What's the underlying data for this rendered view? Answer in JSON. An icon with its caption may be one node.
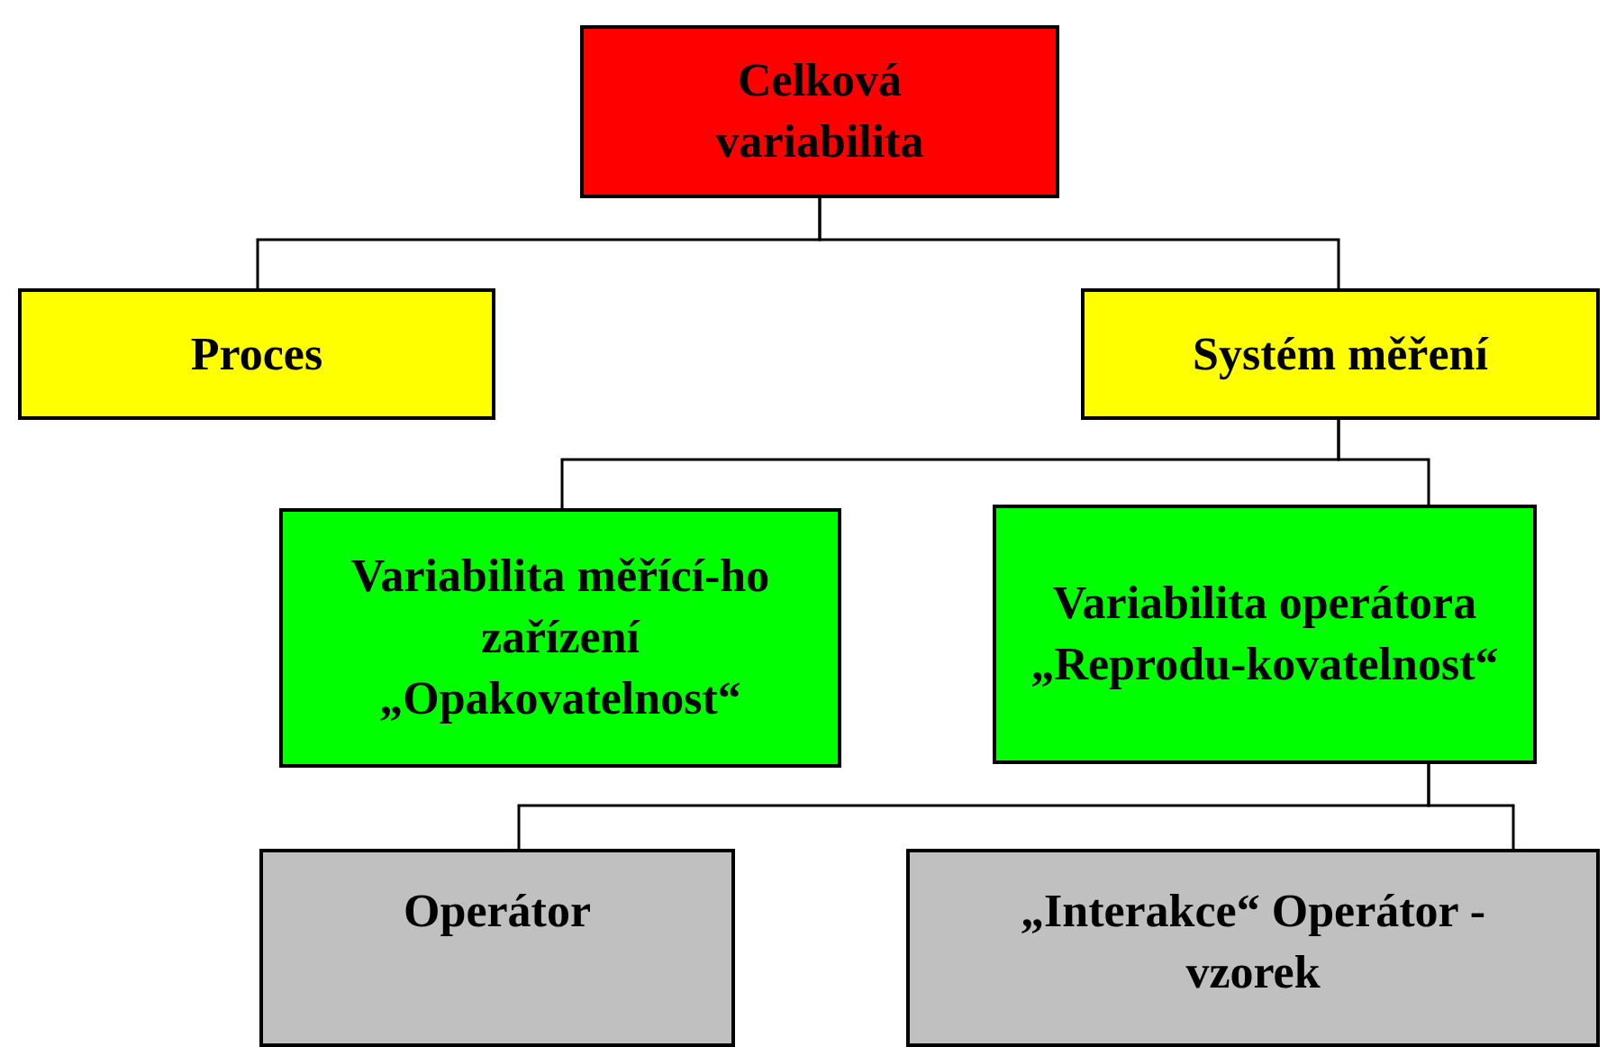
{
  "diagram": {
    "nodes": [
      {
        "text": [
          "Celková variabilita"
        ]
      },
      {
        "text": [
          "Proces"
        ]
      },
      {
        "text": [
          "Systém měření"
        ]
      },
      {
        "text": [
          "Variabilita měřící-ho zařízení „Opakovatelnost“"
        ]
      },
      {
        "text": [
          "Variabilita operátora „Reprodu-kovatelnost“"
        ]
      },
      {
        "text": [
          "Operátor"
        ]
      },
      {
        "text": [
          "„Interakce“ Operátor - vzorek"
        ]
      }
    ],
    "edges": [
      {
        "from": 0,
        "to": 1,
        "arrow": "none"
      },
      {
        "from": 0,
        "to": 2,
        "arrow": "none"
      },
      {
        "from": 2,
        "to": 3,
        "arrow": "none"
      },
      {
        "from": 2,
        "to": 4,
        "arrow": "none"
      },
      {
        "from": 4,
        "to": 5,
        "arrow": "none"
      },
      {
        "from": 4,
        "to": 6,
        "arrow": "none"
      }
    ]
  }
}
